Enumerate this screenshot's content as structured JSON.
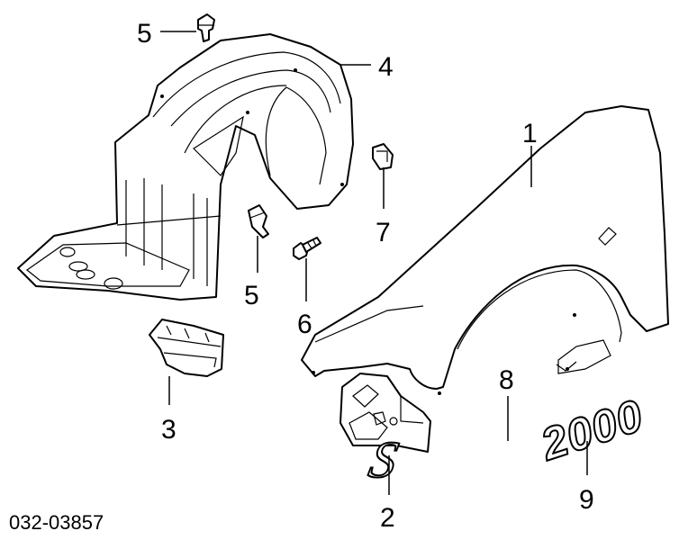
{
  "diagram_code": "032-03857",
  "callouts": {
    "fender": "1",
    "bracket": "2",
    "mud_guard": "3",
    "inner_fender": "4",
    "clip_top": "5",
    "clip_mid": "5",
    "bolt": "6",
    "nut_clip": "7",
    "emblem_s": "8",
    "emblem_2000": "9"
  },
  "emblem_text": {
    "s": "S",
    "model": "2000"
  }
}
